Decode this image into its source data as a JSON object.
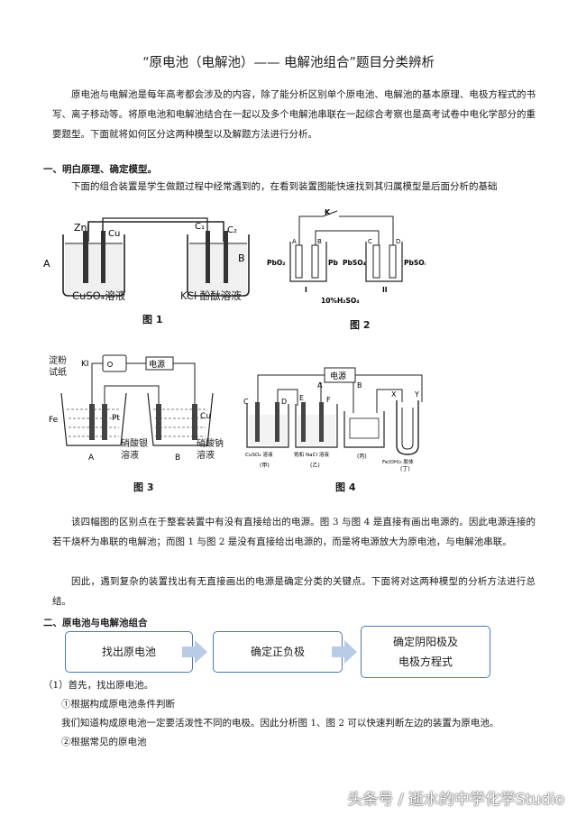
{
  "title": "“原电池（电解池）—— 电解池组合”题目分类辨析",
  "intro": "原电池与电解池是每年高考都会涉及的内容，除了能分析区别单个原电池、电解池的基本原理、电极方程式的书写、离子移动等。将原电池和电解池结合在一起以及多个电解池串联在一起综合考察也是高考试卷中电化学部分的重要题型。下面就将如何区分这两种模型以及解题方法进行分析。",
  "section1": {
    "heading": "一、明白原理、确定模型。",
    "lead": "下面的组合装置是学生做题过程中经常遇到的，在看到装置图能快速找到其归属模型是后面分析的基础"
  },
  "fig1": {
    "caption": "图 1",
    "labels": {
      "side_a": "A",
      "side_b": "B",
      "zn": "Zn",
      "cu": "Cu",
      "c1": "C₁",
      "c2": "C₂",
      "sol_left": "CuSO₄溶液",
      "sol_right": "KCl 酚酞溶液"
    }
  },
  "fig2": {
    "caption": "图 2",
    "labels": {
      "k": "K",
      "a": "A",
      "b": "B",
      "c": "C",
      "d": "D",
      "pbo2": "PbO₂",
      "pb": "Pb",
      "pbso4_1": "PbSO₄",
      "pbso4_2": "PbSO₄",
      "cell1": "I",
      "cell2": "II",
      "acid": "10%H₂SO₄"
    }
  },
  "fig3": {
    "caption": "图 3",
    "labels": {
      "paper": "淀粉\n试纸",
      "ki": "KI",
      "power": "电源",
      "fe": "Fe",
      "pt": "Pt",
      "cu": "Cu",
      "sol_left": "硝酸银\n溶液",
      "sol_right": "硝酸钠\n溶液",
      "a": "A",
      "b": "B"
    }
  },
  "fig4": {
    "caption": "图 4",
    "labels": {
      "power": "电源",
      "a": "A",
      "b": "B",
      "c": "C",
      "d": "D",
      "e": "E",
      "f": "F",
      "x": "X",
      "y": "Y",
      "b1": "CuSO₄ 溶液",
      "b1n": "(甲)",
      "b2": "饱和 NaCl 溶液",
      "b2n": "(乙)",
      "b3n": "(丙)",
      "b4": "Fe(OH)₃ 胶体",
      "b4n": "(丁)"
    }
  },
  "para2": "该四幅图的区别点在于整套装置中有没有直接给出的电源。图 3 与图 4 是直接有画出电源的。因此电源连接的若干烧杯为串联的电解池；而图 1 与图 2 是没有直接给出电源的，而是将电源放大为原电池，与电解池串联。",
  "para3": "因此，遇到复杂的装置找出有无直接画出的电源是确定分类的关键点。下面将对这两种模型的分析方法进行总结。",
  "section2": {
    "heading": "二、原电池与电解池组合",
    "flow": [
      "找出原电池",
      "确定正负极",
      "确定阴阳极及\n电极方程式"
    ]
  },
  "steps": {
    "s1": "（1）首先，找出原电池。",
    "s1a": "①根据构成原电池条件判断",
    "s1a_text": "我们知道构成原电池一定要活泼性不同的电极。因此分析图 1、图 2 可以快速判断左边的装置为原电池。",
    "s1b": "②根据常见的原电池"
  },
  "watermark": "头条号 / 逝水的中学化学Studio",
  "colors": {
    "flow_border": "#4a79b6",
    "flow_arrow": "#b8cce6"
  }
}
